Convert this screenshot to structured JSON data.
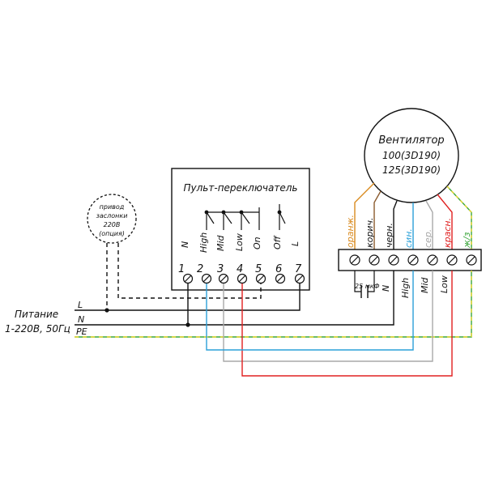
{
  "fan": {
    "title": "Вентилятор",
    "model1": "100(3D190)",
    "model2": "125(3D190)"
  },
  "remote": {
    "title": "Пульт-переключатель",
    "labels": [
      "N",
      "High",
      "Mid",
      "Low",
      "On",
      "Off",
      "L"
    ],
    "numbers": [
      "1",
      "2",
      "3",
      "4",
      "5",
      "6",
      "7"
    ]
  },
  "actuator": {
    "line1": "привод",
    "line2": "заслонки",
    "line3": "220В",
    "line4": "(опция)"
  },
  "terminal": {
    "wire_labels": [
      "оранж.",
      "корич.",
      "черн.",
      "син.",
      "сер.",
      "красн.",
      "ж/з"
    ],
    "bottom_labels": [
      "N",
      "High",
      "Mid",
      "Low"
    ],
    "capacitor": "25 мкФ"
  },
  "power": {
    "line1": "Питание",
    "line2": "1-220В, 50Гц",
    "L": "L",
    "N": "N",
    "PE": "PE"
  },
  "colors": {
    "black": "#111111",
    "orange": "#d98a1e",
    "brown": "#8a5a2e",
    "blue": "#2aa0d8",
    "grey": "#a8a8a8",
    "red": "#e02020",
    "green": "#3aa63a",
    "yellow": "#e8d630"
  }
}
